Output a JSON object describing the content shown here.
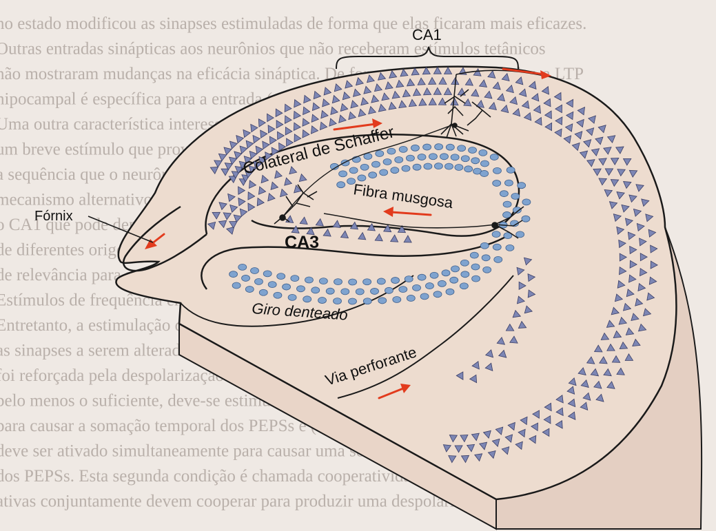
{
  "figure": {
    "labels": {
      "ca1": "CA1",
      "ca3": "CA3",
      "fornix": "Fórnix",
      "schaffer": "Colateral de Schaffer",
      "mossy": "Fibra musgosa",
      "dentate": "Giro denteado",
      "perforant": "Via perforante"
    }
  },
  "background_text": [
    "no estado modificou as sinapses estimuladas de forma que elas ficaram mais eficazes.",
    "Outras entradas sinápticas aos neurônios que não receberam estímulos tetânicos",
    "não mostraram mudanças na eficácia sináptica. De forma que a LTD cerebelar, a LTP",
    "hipocampal é específica para a entrada (entrada-específica).",
    "Uma outra característica interessante da LTP é que ela pode ser induzida",
    "um breve estímulo que provoque disparo não somente sempre que este seja feito",
    "a sequência que o neurônio conectado ao neurônio pós-sináptico tenha disparo axonal. Um",
    "mecanismo alternativo pelo qual o estímulo pode induzir a LTP localmente",
    "o CA1 que pode depender da interação simultânea entre as fibras sinápticas",
    "de diferentes origens que possam provocar uma plasticidade sináptica",
    "de relevância para a como as memórias são formadas e para a memória declarativa.",
    "Estímulos de frequência em que a estimulação de alta frequência",
    "Entretanto, a estimulação deve ocorrer através das fibras para as células, o que se requer o",
    "as sinapses a serem alteradas e fortemente em conjunto com a pós-sináptica em CA1",
    "foi reforçada pela despolarização. Para produzir a despolarização necessária com",
    "pelo menos o suficiente, deve-se estimular com frequências altas o suficiente",
    "para causar a somação temporal dos PEPSs e (2) um número suficiente de sinapses",
    "deve ser ativado simultaneamente para causar uma somação espacial significativa",
    "dos PEPSs. Esta segunda condição é chamada cooperatividade, pois sinapses",
    "ativas conjuntamente devem cooperar para produzir uma despolarização"
  ],
  "colors": {
    "background": "#efe9e4",
    "slab_top": "#eddccf",
    "slab_side": "#e4cfc2",
    "slab_outline": "#1a1a1a",
    "pyramidal_cell": "#7d86b4",
    "granule_cell": "#7fa3cf",
    "arrow": "#e23b1d",
    "background_text": "#b9b0aa"
  }
}
